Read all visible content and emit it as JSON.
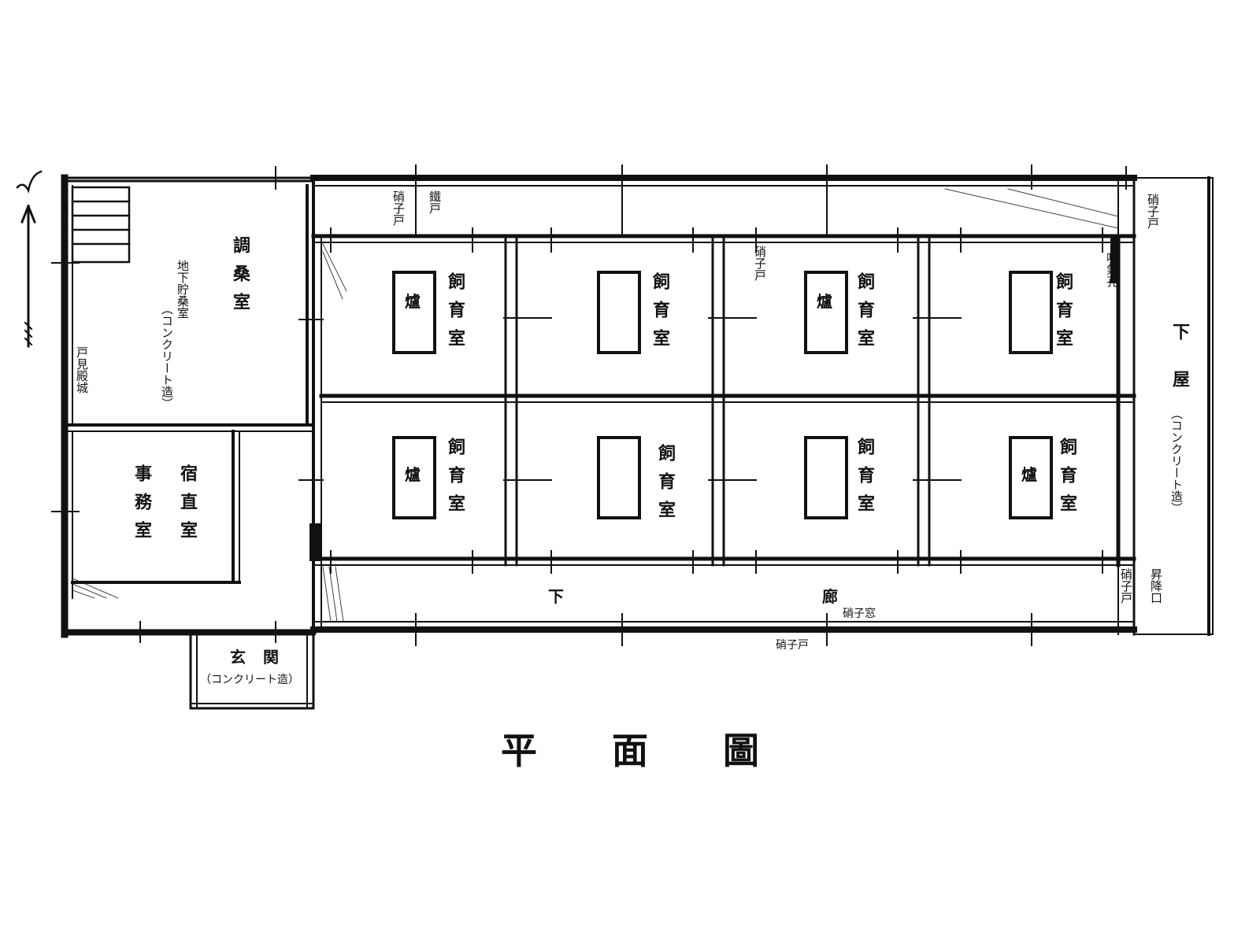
{
  "labels": {
    "north_mark": "N",
    "chowa": "調桑室",
    "chika_upper": "地下貯桑室",
    "chika_lower": "（コンクリート造）",
    "doken": "戸見殿城",
    "shukuchoku": "宿直室",
    "jimu": "事務室",
    "genkan_main": "玄関",
    "genkan_sub": "（コンクリート造）",
    "shiiku": "飼育室",
    "ro": "爐",
    "rouka_1": "下",
    "rouka_2": "廊",
    "garasu_do": "硝子戸",
    "tetsu_do": "鐵戸",
    "kyuki": "吸氣孔",
    "ka_shitsu": "下屋",
    "ka_shitsu_sub": "（コンクリート造）",
    "shoshitsu": "昇降口",
    "garasu_mado": "硝子窓",
    "bottom_garasu": "硝子戸"
  },
  "caption": "平面圖"
}
